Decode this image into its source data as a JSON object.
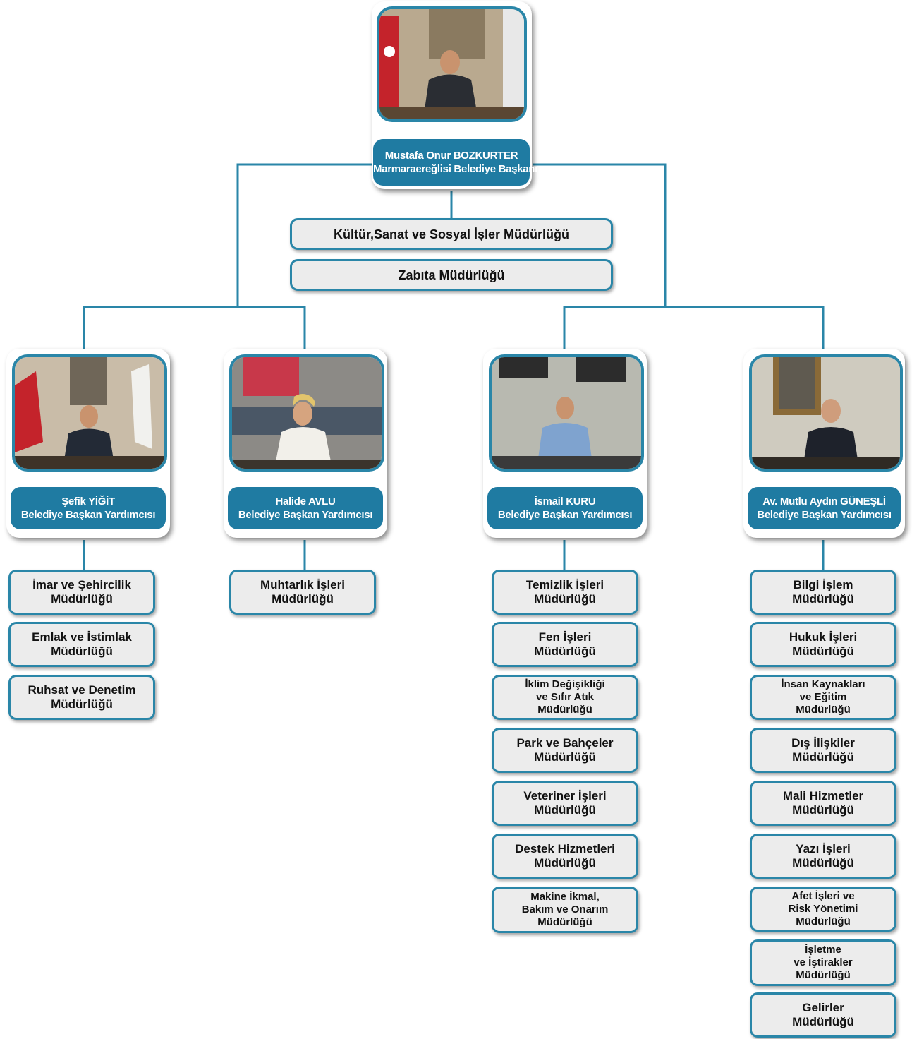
{
  "mayor": {
    "name": "Mustafa Onur BOZKURTER",
    "title": "Marmaraereğlisi Belediye Başkanı"
  },
  "direct_units": [
    "Kültür,Sanat ve Sosyal İşler Müdürlüğü",
    "Zabıta Müdürlüğü"
  ],
  "deputies": [
    {
      "name": "Şefik YİĞİT",
      "title": "Belediye Başkan Yardımcısı",
      "units": [
        "İmar ve Şehircilik\nMüdürlüğü",
        "Emlak ve İstimlak\nMüdürlüğü",
        "Ruhsat ve Denetim\nMüdürlüğü"
      ]
    },
    {
      "name": "Halide AVLU",
      "title": "Belediye Başkan Yardımcısı",
      "units": [
        "Muhtarlık İşleri\nMüdürlüğü"
      ]
    },
    {
      "name": "İsmail KURU",
      "title": "Belediye Başkan Yardımcısı",
      "units": [
        "Temizlik İşleri\nMüdürlüğü",
        "Fen İşleri\nMüdürlüğü",
        "İklim Değişikliği\nve Sıfır Atık\nMüdürlüğü",
        "Park ve Bahçeler\nMüdürlüğü",
        "Veteriner İşleri\nMüdürlüğü",
        "Destek Hizmetleri\nMüdürlüğü",
        "Makine İkmal,\nBakım ve Onarım\nMüdürlüğü"
      ]
    },
    {
      "name": "Av. Mutlu Aydın GÜNEŞLİ",
      "title": "Belediye Başkan Yardımcısı",
      "units": [
        "Bilgi İşlem\nMüdürlüğü",
        "Hukuk İşleri\nMüdürlüğü",
        "İnsan Kaynakları\nve Eğitim\nMüdürlüğü",
        "Dış İlişkiler\nMüdürlüğü",
        "Mali Hizmetler\nMüdürlüğü",
        "Yazı İşleri\nMüdürlüğü",
        "Afet İşleri ve\nRisk Yönetimi\nMüdürlüğü",
        "İşletme\nve İştirakler\nMüdürlüğü",
        "Gelirler\nMüdürlüğü"
      ]
    }
  ],
  "colors": {
    "accent": "#1f7ba2",
    "line": "#2a86a8",
    "box_fill": "#ececec"
  }
}
